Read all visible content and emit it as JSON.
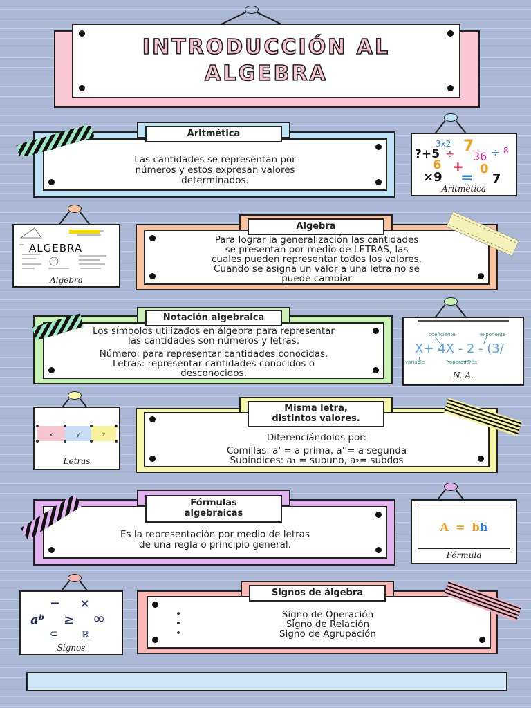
{
  "title": {
    "line1": "INTRODUCCIÓN AL",
    "line2": "ALGEBRA"
  },
  "sections": [
    {
      "label": "Aritmética",
      "text": [
        "Las cantidades se representan por",
        "números y estos expresan valores",
        "determinados."
      ],
      "color": "#bfe3f4",
      "image_caption": "Aritmética"
    },
    {
      "label": "Algebra",
      "text": [
        "Para lograr la generalización las cantidades",
        "se presentan por medio de LETRAS, las",
        "cuales pueden representar todos los valores.",
        "Cuando se asigna un valor a una letra no se",
        "puede cambiar"
      ],
      "color": "#f7c3a1",
      "image_caption": "Algebra",
      "image_word": "ALGEBRA"
    },
    {
      "label": "Notación algebraica",
      "text": [
        "Los símbolos utilizados en álgebra para representar",
        "las cantidades son números y letras.",
        "Número: para representar cantidades conocidas.",
        "Letras: representar cantidades conocidos o",
        "desconocidos."
      ],
      "color": "#c9f0b5",
      "image_caption": "N. A.",
      "image_labels": {
        "coef": "coeficiente",
        "exp": "exponente",
        "var": "variable",
        "ops": "operadores",
        "expr": "X+ 4X - 2 - (3/"
      }
    },
    {
      "label_lines": [
        "Misma letra,",
        "distintos valores."
      ],
      "text": [
        "Diferenciándolos por:",
        "Comillas: a' = a prima, a''= a segunda",
        "Subíndices: a₁ = subuno, a₂= subdos"
      ],
      "color": "#f6f7a8",
      "image_caption": "Letras",
      "image_cells": [
        "x",
        "y",
        "z"
      ]
    },
    {
      "label_lines": [
        "Fórmulas",
        "algebraicas"
      ],
      "text": [
        "Es la representación por medio de letras",
        "de una regla o principio general."
      ],
      "color": "#e0b3ee",
      "image_caption": "Fórmula",
      "formula": {
        "a": "A",
        "eq": "=",
        "bh": "bh"
      }
    },
    {
      "label": "Signos de álgebra",
      "bullets": [
        "Signo de Operación",
        "Signo de Relación",
        "Signo de Agrupación"
      ],
      "color": "#f9b7b5",
      "image_caption": "Signos",
      "symbols": [
        "−",
        "×",
        "aᵇ",
        "≥",
        "∞",
        "⊆",
        "ℝ"
      ]
    }
  ],
  "aritmetica_image": {
    "glyphs": [
      "3x2",
      "7",
      "?+5",
      "÷",
      "36",
      "÷",
      "8",
      "6",
      "+",
      "0",
      "×9",
      "=",
      "7"
    ]
  },
  "colors": {
    "title_fill": "#f9c6d4",
    "blue_strip": "#cfe6f7"
  }
}
